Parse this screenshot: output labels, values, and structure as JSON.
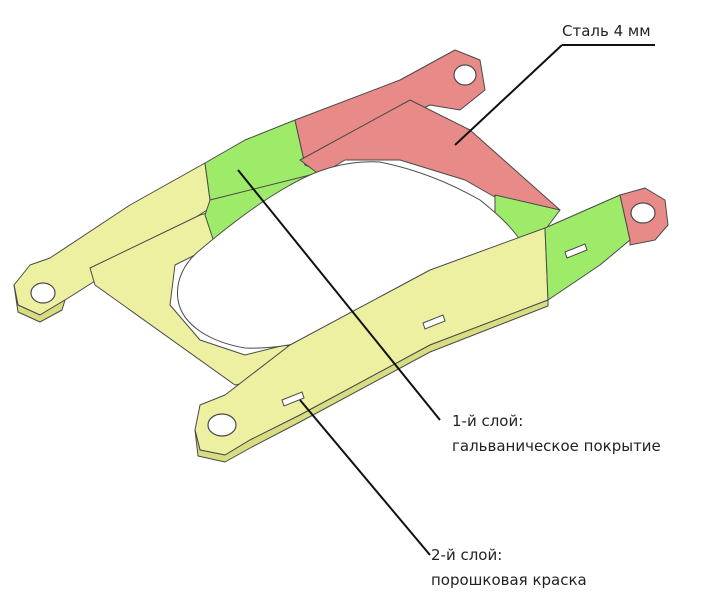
{
  "labels": {
    "steel": "Сталь 4 мм",
    "layer1_title": "1-й слой:",
    "layer1_desc": "гальваническое покрытие",
    "layer2_title": "2-й слой:",
    "layer2_desc": "порошковая краска"
  },
  "colors": {
    "steel_red": "#e88a87",
    "zinc_green": "#9eeb6a",
    "paint_yellow": "#eef0a1",
    "outline": "#444444",
    "leader": "#111111"
  }
}
